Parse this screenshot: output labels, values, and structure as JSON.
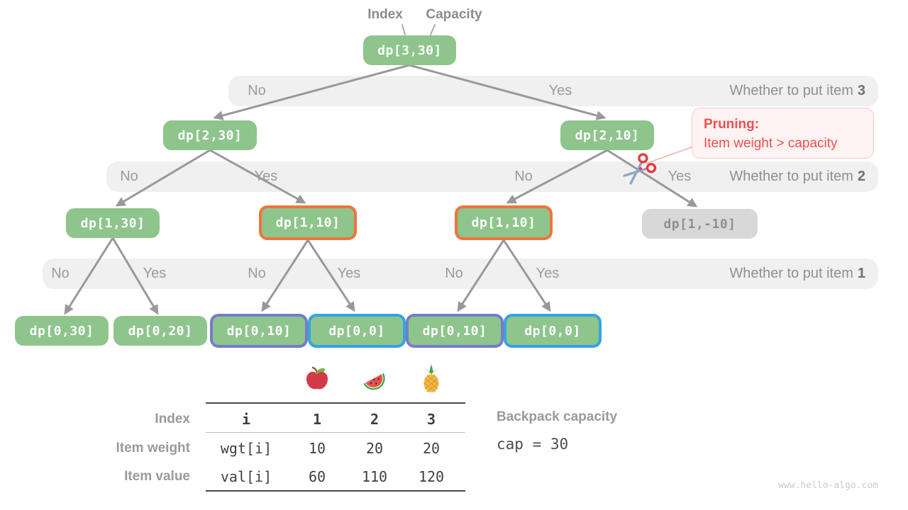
{
  "pointer_labels": {
    "index": "Index",
    "capacity": "Capacity"
  },
  "tree": {
    "root": {
      "label": "dp[3,30]"
    },
    "level1": [
      {
        "label": "dp[2,30]"
      },
      {
        "label": "dp[2,10]"
      }
    ],
    "level2": [
      {
        "label": "dp[1,30]"
      },
      {
        "label": "dp[1,10]"
      },
      {
        "label": "dp[1,10]"
      },
      {
        "label": "dp[1,-10]"
      }
    ],
    "level3": [
      {
        "label": "dp[0,30]"
      },
      {
        "label": "dp[0,20]"
      },
      {
        "label": "dp[0,10]"
      },
      {
        "label": "dp[0,0]"
      },
      {
        "label": "dp[0,10]"
      },
      {
        "label": "dp[0,0]"
      }
    ]
  },
  "bands": [
    {
      "question": "Whether to put item",
      "item": "3",
      "choices": [
        "No",
        "Yes"
      ]
    },
    {
      "question": "Whether to put item",
      "item": "2",
      "choices": [
        "No",
        "Yes",
        "No",
        "Yes"
      ]
    },
    {
      "question": "Whether to put item",
      "item": "1",
      "choices": [
        "No",
        "Yes",
        "No",
        "Yes",
        "No",
        "Yes"
      ]
    }
  ],
  "pruning": {
    "title": "Pruning:",
    "detail": "Item weight > capacity"
  },
  "table": {
    "items": [
      "apple",
      "watermelon",
      "pineapple"
    ],
    "rows": [
      {
        "label": "Index",
        "name": "i",
        "values": [
          "1",
          "2",
          "3"
        ]
      },
      {
        "label": "Item weight",
        "name": "wgt[i]",
        "values": [
          "10",
          "20",
          "20"
        ]
      },
      {
        "label": "Item value",
        "name": "val[i]",
        "values": [
          "60",
          "110",
          "120"
        ]
      }
    ]
  },
  "capacity": {
    "label": "Backpack capacity",
    "value": "cap = 30"
  },
  "watermark": "www.hello-algo.com",
  "colors": {
    "node_green": "#8ec58c",
    "node_gray": "#d8d8d8",
    "border_orange": "#f0743c",
    "border_purple": "#767dc6",
    "border_blue": "#38a2e2",
    "band_bg": "#f0f0f0",
    "pruning_red": "#f04f4f",
    "edge_gray": "#999999"
  }
}
